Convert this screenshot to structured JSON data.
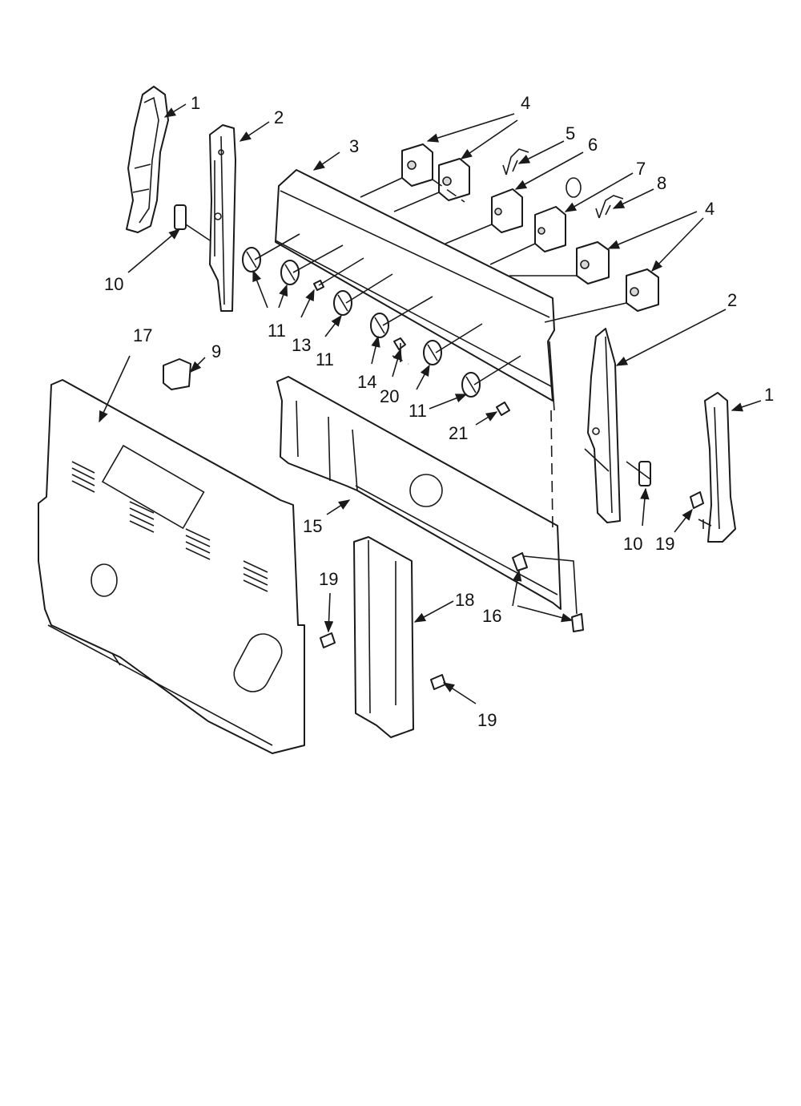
{
  "callouts": [
    {
      "id": "c1a",
      "label": "1"
    },
    {
      "id": "c2a",
      "label": "2"
    },
    {
      "id": "c3",
      "label": "3"
    },
    {
      "id": "c4a",
      "label": "4"
    },
    {
      "id": "c5",
      "label": "5"
    },
    {
      "id": "c6",
      "label": "6"
    },
    {
      "id": "c7",
      "label": "7"
    },
    {
      "id": "c8",
      "label": "8"
    },
    {
      "id": "c4b",
      "label": "4"
    },
    {
      "id": "c2b",
      "label": "2"
    },
    {
      "id": "c1b",
      "label": "1"
    },
    {
      "id": "c10a",
      "label": "10"
    },
    {
      "id": "c11a",
      "label": "11"
    },
    {
      "id": "c13",
      "label": "13"
    },
    {
      "id": "c11b",
      "label": "11"
    },
    {
      "id": "c14",
      "label": "14"
    },
    {
      "id": "c20",
      "label": "20"
    },
    {
      "id": "c11c",
      "label": "11"
    },
    {
      "id": "c21",
      "label": "21"
    },
    {
      "id": "c17",
      "label": "17"
    },
    {
      "id": "c9",
      "label": "9"
    },
    {
      "id": "c15",
      "label": "15"
    },
    {
      "id": "c10b",
      "label": "10"
    },
    {
      "id": "c19a",
      "label": "19"
    },
    {
      "id": "c19b",
      "label": "19"
    },
    {
      "id": "c18",
      "label": "18"
    },
    {
      "id": "c16",
      "label": "16"
    },
    {
      "id": "c19c",
      "label": "19"
    }
  ]
}
